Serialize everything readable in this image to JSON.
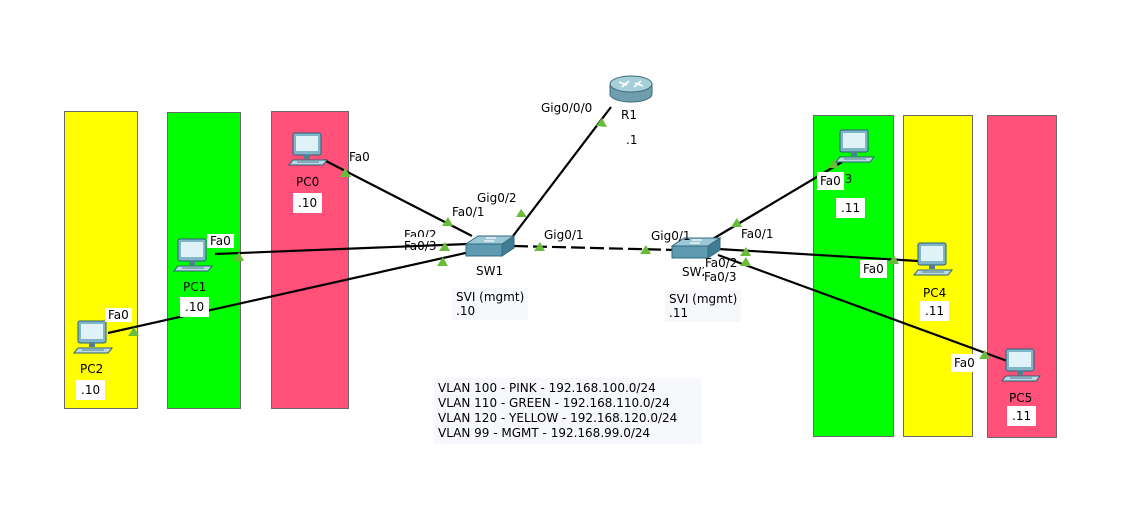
{
  "colors": {
    "pink": "#ff5179",
    "green": "#00ff00",
    "yellow": "#ffff00",
    "link": "#000000",
    "port_up": "#6abb3a"
  },
  "devices": {
    "r1": {
      "name": "R1",
      "addr": ".1",
      "icon": "router-icon"
    },
    "sw1": {
      "name": "SW1",
      "svi_label": "SVI (mgmt)",
      "svi_addr": ".10",
      "icon": "switch-icon"
    },
    "sw2": {
      "name": "SW2",
      "svi_label": "SVI (mgmt)",
      "svi_addr": ".11",
      "icon": "switch-icon"
    },
    "pc0": {
      "name": "PC0",
      "addr": ".10",
      "port": "Fa0"
    },
    "pc1": {
      "name": "PC1",
      "addr": ".10",
      "port": "Fa0"
    },
    "pc2": {
      "name": "PC2",
      "addr": ".10",
      "port": "Fa0"
    },
    "pc3": {
      "name": "PC3",
      "addr": ".11",
      "port": "Fa0"
    },
    "pc4": {
      "name": "PC4",
      "addr": ".11",
      "port": "Fa0"
    },
    "pc5": {
      "name": "PC5",
      "addr": ".11",
      "port": "Fa0"
    }
  },
  "ports": {
    "r1_gig": "Gig0/0/0",
    "sw1_gig02": "Gig0/2",
    "sw1_gig01": "Gig0/1",
    "sw1_fa01": "Fa0/1",
    "sw1_fa02": "Fa0/2",
    "sw1_fa03": "Fa0/3",
    "sw2_gig01": "Gig0/1",
    "sw2_fa01": "Fa0/1",
    "sw2_fa02": "Fa0/2",
    "sw2_fa03": "Fa0/3"
  },
  "legend": [
    "VLAN 100 - PINK - 192.168.100.0/24",
    "VLAN 110 - GREEN - 192.168.110.0/24",
    "VLAN 120 - YELLOW - 192.168.120.0/24",
    "VLAN 99 - MGMT - 192.168.99.0/24"
  ]
}
